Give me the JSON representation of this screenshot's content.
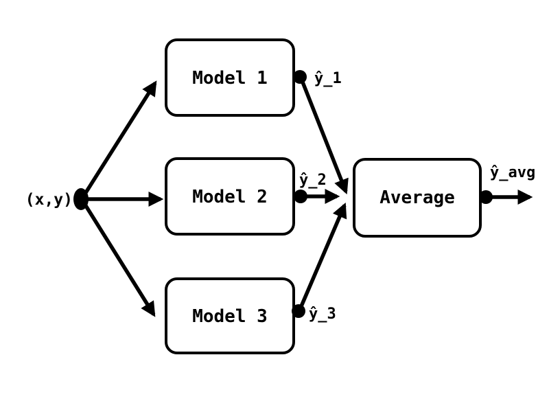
{
  "diagram": {
    "type": "flow-diagram",
    "description_visible_only": "ensemble of three models averaged",
    "input": {
      "label": "(x,y)"
    },
    "models": [
      {
        "label": "Model 1",
        "output_label": "ŷ_1"
      },
      {
        "label": "Model 2",
        "output_label": "ŷ_2"
      },
      {
        "label": "Model 3",
        "output_label": "ŷ_3"
      }
    ],
    "aggregator": {
      "label": "Average"
    },
    "output": {
      "label": "ŷ_avg"
    },
    "colors": {
      "stroke": "#000000",
      "box_fill": "#ffffff",
      "background": "#ffffff",
      "text": "#000000"
    }
  }
}
